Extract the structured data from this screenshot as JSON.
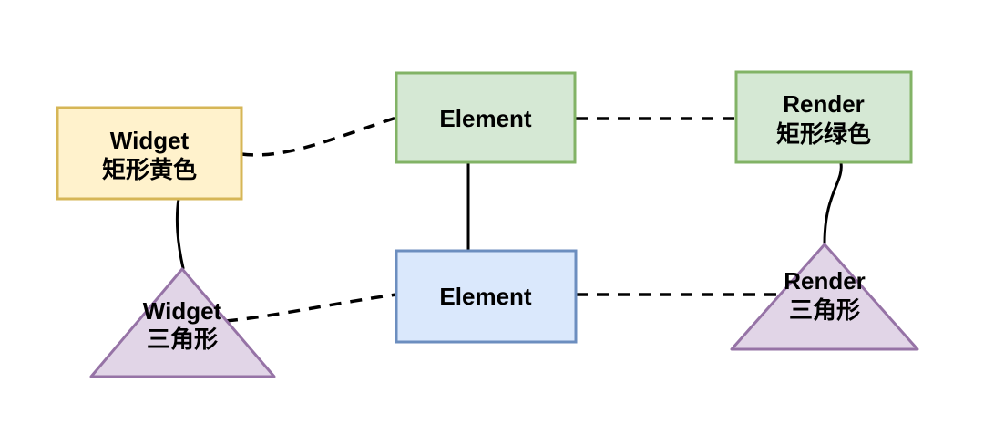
{
  "diagram": {
    "title": "widget-element-render-tree-diagram",
    "colors": {
      "background": "#FFFFFF",
      "text": "#000000",
      "edge": "#000000",
      "yellow_fill": "#FFF2CC",
      "yellow_stroke": "#D6B656",
      "green_fill": "#D5E8D4",
      "green_stroke": "#82B366",
      "blue_fill": "#DAE8FC",
      "blue_stroke": "#6C8EBF",
      "purple_fill": "#E1D5E7",
      "purple_stroke": "#9673A6"
    },
    "nodes": {
      "widget_rect": {
        "shape": "rectangle",
        "label_line1": "Widget",
        "label_line2": "矩形黄色",
        "fill": "#FFF2CC",
        "stroke": "#D6B656"
      },
      "element_top": {
        "shape": "rectangle",
        "label": "Element",
        "fill": "#D5E8D4",
        "stroke": "#82B366"
      },
      "render_rect": {
        "shape": "rectangle",
        "label_line1": "Render",
        "label_line2": "矩形绿色",
        "fill": "#D5E8D4",
        "stroke": "#82B366"
      },
      "widget_triangle": {
        "shape": "triangle",
        "label_line1": "Widget",
        "label_line2": "三角形",
        "fill": "#E1D5E7",
        "stroke": "#9673A6"
      },
      "element_bottom": {
        "shape": "rectangle",
        "label": "Element",
        "fill": "#DAE8FC",
        "stroke": "#6C8EBF"
      },
      "render_triangle": {
        "shape": "triangle",
        "label_line1": "Render",
        "label_line2": "三角形",
        "fill": "#E1D5E7",
        "stroke": "#9673A6"
      }
    },
    "edges": [
      {
        "from": "widget-rect",
        "to": "element-top",
        "style": "dashed"
      },
      {
        "from": "element-top",
        "to": "render-rect",
        "style": "dashed"
      },
      {
        "from": "element-top",
        "to": "element-bottom",
        "style": "solid"
      },
      {
        "from": "widget-rect",
        "to": "widget-triangle",
        "style": "solid"
      },
      {
        "from": "render-rect",
        "to": "render-triangle",
        "style": "solid"
      },
      {
        "from": "widget-triangle",
        "to": "element-bottom",
        "style": "dashed"
      },
      {
        "from": "element-bottom",
        "to": "render-triangle",
        "style": "dashed"
      }
    ]
  }
}
